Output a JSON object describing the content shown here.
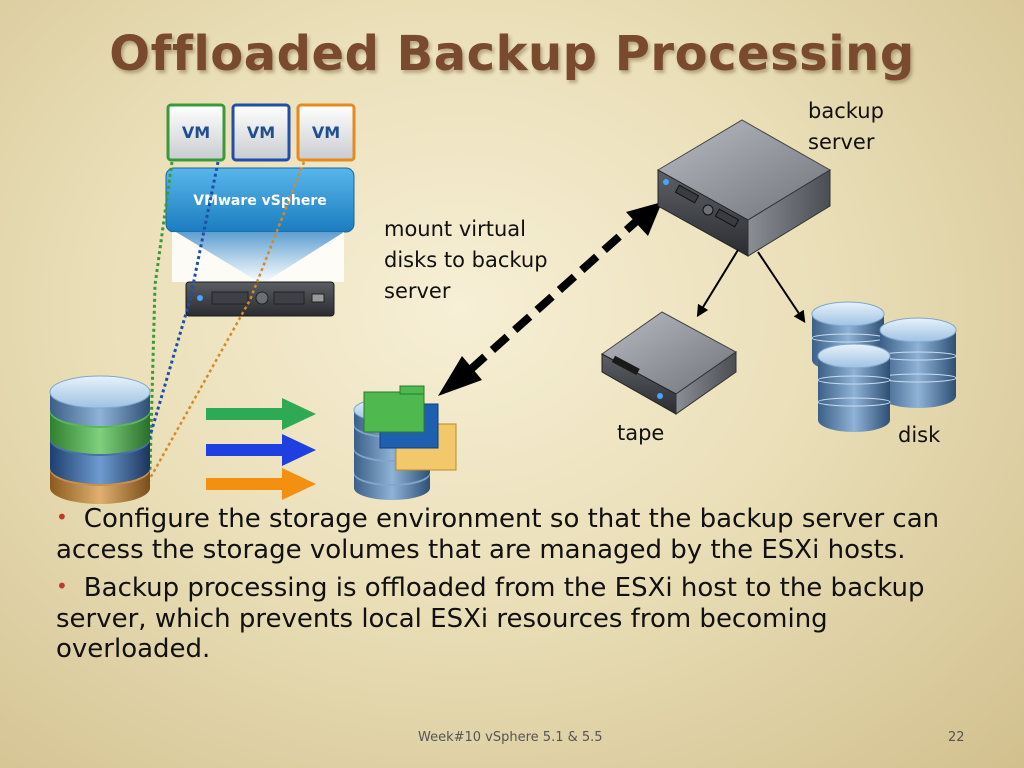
{
  "title": "Offloaded Backup Processing",
  "vm_labels": [
    "VM",
    "VM",
    "VM"
  ],
  "hypervisor_label": "VMware vSphere",
  "labels": {
    "mount": [
      "mount virtual",
      "disks to backup",
      "server"
    ],
    "backup_server": [
      "backup",
      "server"
    ],
    "tape": "tape",
    "disk": "disk"
  },
  "bullets": [
    "Configure the storage environment so that the backup server can access the storage volumes that are managed by the ESXi hosts.",
    "Backup processing is offloaded from the ESXi host to the backup server, which prevents local ESXi resources from becoming overloaded."
  ],
  "footer": {
    "center": "Week#10  vSphere 5.1 & 5.5",
    "page": "22"
  },
  "colors": {
    "title": "#7a4a2e",
    "vm_green": "#3a9a3a",
    "vm_blue": "#1f4fa8",
    "vm_orange": "#e58a1f",
    "vsphere": "#2a8fcf",
    "arrow_green": "#2eaa55",
    "arrow_blue": "#1f3fe0",
    "arrow_orange": "#f4900f",
    "bullet": "#c0392b"
  },
  "icons": [
    "server-icon",
    "tape-drive-icon",
    "disk-stack-icon",
    "datastore-icon",
    "folder-icon",
    "vm-box-icon"
  ]
}
